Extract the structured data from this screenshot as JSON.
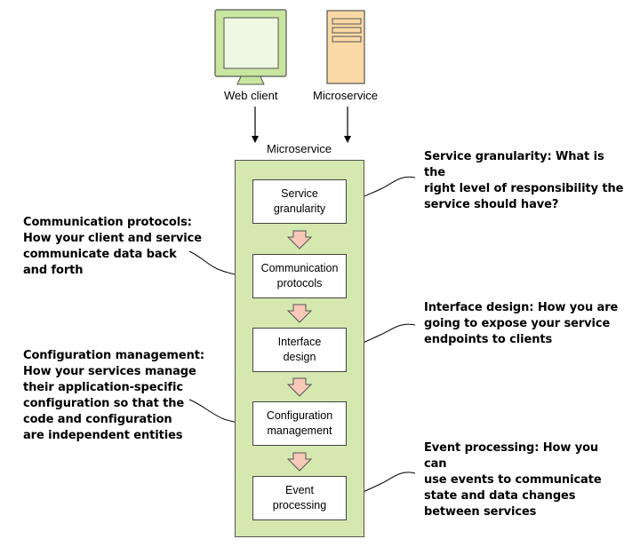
{
  "top": {
    "web_client_label": "Web client",
    "microservice_label": "Microservice"
  },
  "panel": {
    "title": "Microservice",
    "steps": [
      "Service\ngranularity",
      "Communication\nprotocols",
      "Interface\ndesign",
      "Configuration\nmanagement",
      "Event\nprocessing"
    ]
  },
  "notes": {
    "service_granularity": "Service granularity: What is the\nright level of responsibility the\nservice should have?",
    "communication_protocols": "Communication protocols:\nHow your client and service\ncommunicate data back\nand forth",
    "interface_design": "Interface design: How you are\ngoing to expose your service\nendpoints to clients",
    "configuration_management": "Configuration management:\nHow your services manage\ntheir application-specific\nconfiguration so that the\ncode and configuration\nare independent entities",
    "event_processing": "Event processing: How you can\nuse events to communicate\nstate and data changes\nbetween services"
  },
  "colors": {
    "panel_fill": "#d5e8b0",
    "monitor_fill": "#c8e6a0",
    "screen_fill": "#eef8e2",
    "server_fill": "#fbd9a6",
    "arrow_fill": "#f8c8b8"
  },
  "icons": [
    "monitor-icon",
    "server-icon"
  ]
}
